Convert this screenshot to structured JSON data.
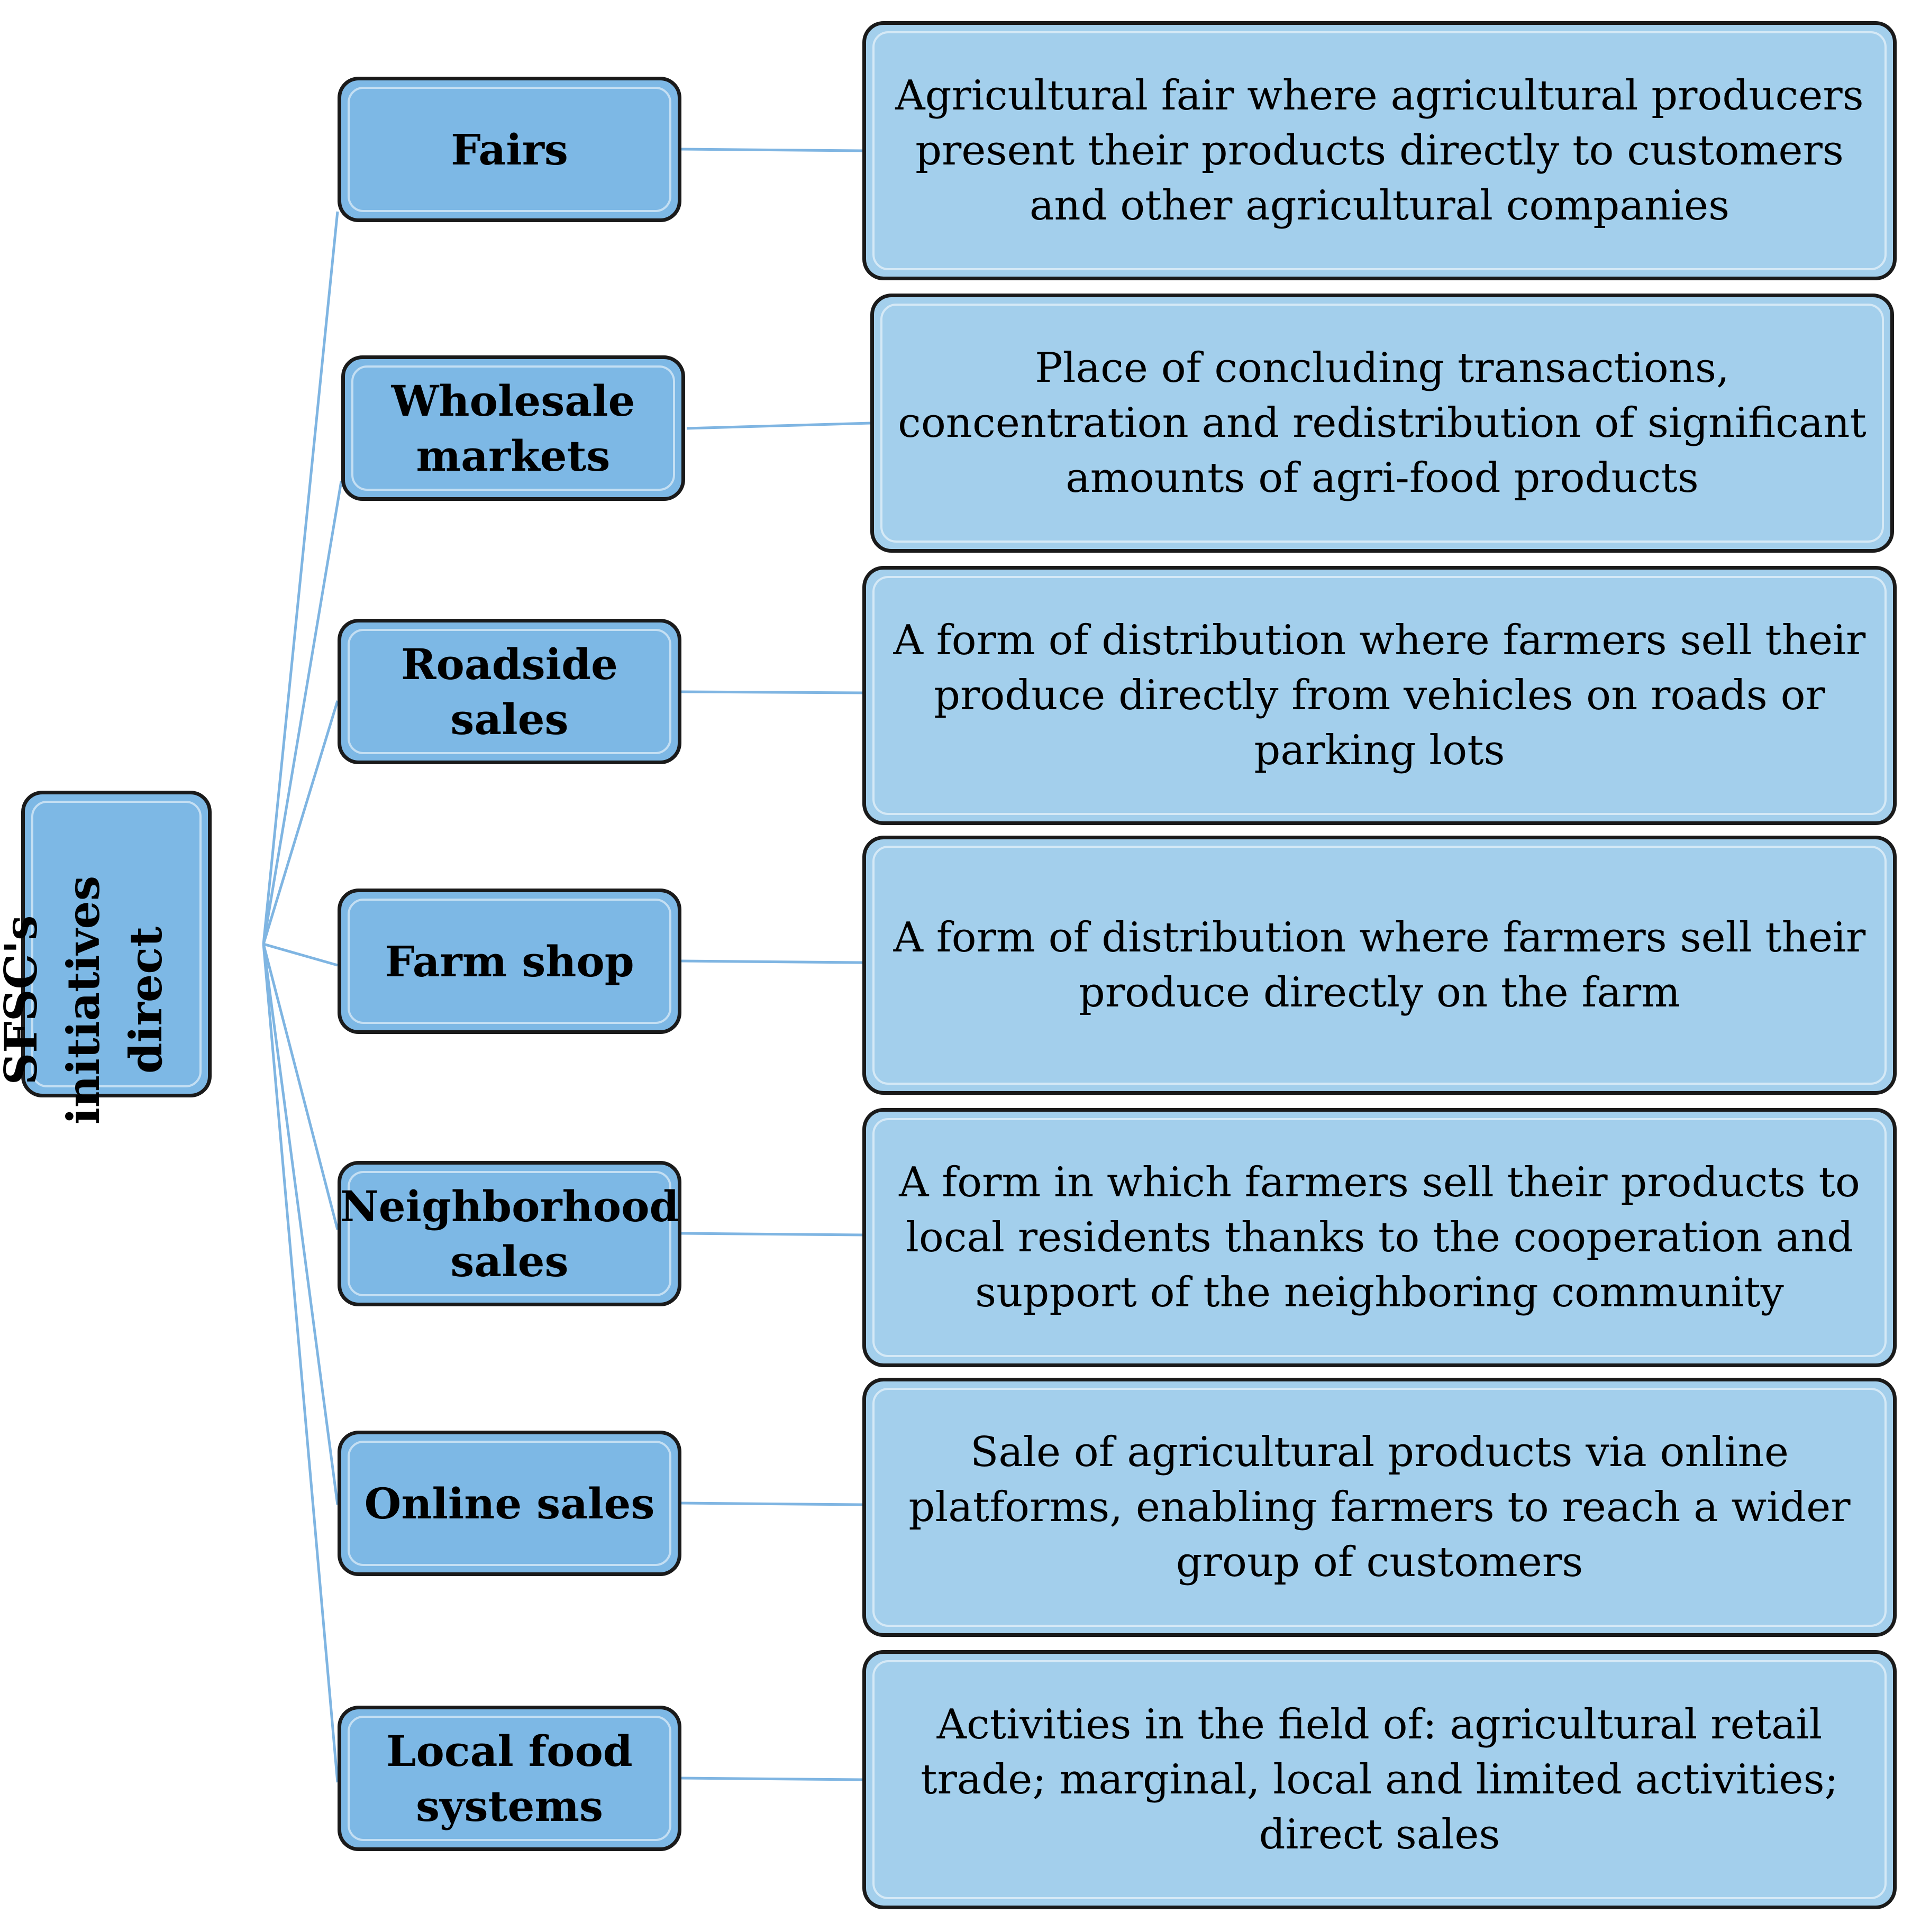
{
  "root": {
    "label": "SFSC's\ninitiatives\ndirect"
  },
  "categories": [
    {
      "label": "Fairs",
      "description": "Agricultural fair where agricultural producers present their products directly to customers and other agricultural companies"
    },
    {
      "label": "Wholesale markets",
      "description": "Place of concluding transactions, concentration and redistribution of significant amounts of agri-food products"
    },
    {
      "label": "Roadside sales",
      "description": "A form of distribution where farmers sell their produce directly from vehicles on roads or parking lots"
    },
    {
      "label": "Farm shop",
      "description": "A form of distribution where farmers sell their produce directly on the farm"
    },
    {
      "label": "Neighborhood sales",
      "description": "A form in which farmers sell their products to local residents thanks to the cooperation and support of the neighboring community"
    },
    {
      "label": "Online sales",
      "description": "Sale of agricultural products via online platforms, enabling farmers to reach a wider group of customers"
    },
    {
      "label": "Local food systems",
      "description": "Activities in the field of: agricultural retail trade; marginal, local and limited activities; direct sales"
    }
  ],
  "colors": {
    "root_fill": "#7db8e5",
    "category_fill": "#7db8e5",
    "description_fill": "#a3cfec",
    "connector": "#7fb5e2",
    "border": "#1a1a1a"
  }
}
